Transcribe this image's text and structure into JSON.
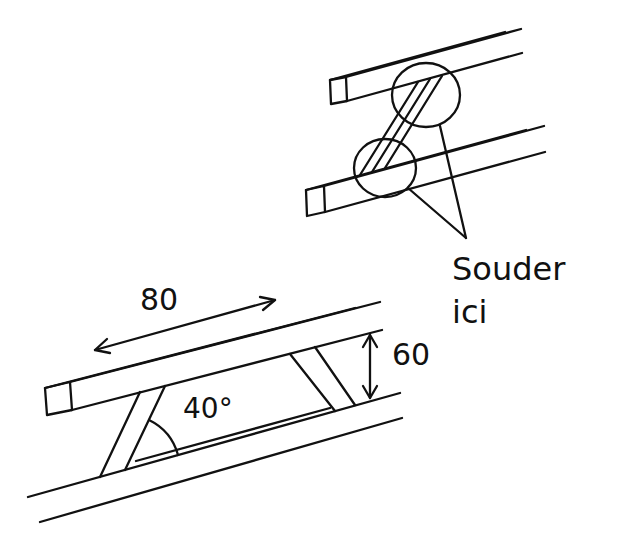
{
  "diagram": {
    "labels": [
      "80",
      "60",
      "40°",
      "Souder ici"
    ]
  }
}
